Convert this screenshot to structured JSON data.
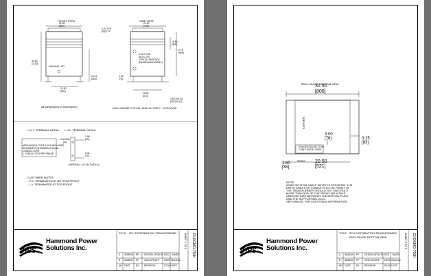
{
  "pages": [
    {
      "front_view": "FRONT VIEW",
      "side_view": "SIDE VIEW",
      "dim_top": "21.50",
      "dim_top_mm": "[800]",
      "dim_side_top": "29.30",
      "dim_side_top_mm": "[749]",
      "dim_typ1": "0.44 TYP",
      "dim_typ2": "[93] TYP",
      "dim_height": "44.50",
      "dim_height_mm": "[1130]",
      "ground_lug": "GROUND LUG",
      "dim_bot": "23.50",
      "dim_bot_mm": "[597]",
      "dim_right1": "18.12",
      "dim_right1_mm": "[460]",
      "dim_s1": "16.50",
      "dim_s1_mm": "[389]",
      "dim_s2": "27.5",
      "dim_s2_mm": "[699]",
      "dim_knock1": "3.00 X 3.00",
      "dim_knock2": "[91] X [76]",
      "dim_knock3": "TYPICAL PER SIDE",
      "dim_knock4": "(REMOVABLE PANEL)",
      "dim_s3": "2.00",
      "dim_s3_mm": "[76]",
      "dim_s4": "26.50",
      "dim_s4_mm": "[673]",
      "dim_dia": "0.63 DIA.(4)",
      "dim_dia_mm": "[16] DIA.(4)",
      "dims_note": "All Dimensions in Inches[mm]",
      "color_note": "ENCLOSURE COLOR: ANSI 61 GREY - OUTDOOR",
      "hv_detail": "H.V.1. TERMINAL DETAIL",
      "lv_detail": "L.V.1. TERMINAL DETAIL",
      "lug_note1": "MECHANICAL TYPE LUGS INCLUDED",
      "lug_note2": "SUITABLE FOR 350MCM-6 CU/AL",
      "lug_note3": "CONDUCTORS",
      "lug_note4": "1 CONDUCTOR PER PHASE",
      "lv_dim1": "0.44 DIA.",
      "lv_dim1b": "[11]",
      "lv_dim2": "1.56",
      "lv_dim2b": "[40]",
      "lv_dim3": "0.41",
      "lv_dim3b": "[10]",
      "lv_material": "MATERIAL: 1/4\" (6) THICK AL.",
      "customer_notes": "CUSTOMER NOTES:",
      "cn1": "- H.V. TERMINATED AT BOTTOM FRONT",
      "cn2": "- L.V. TERMINATED AT TOP FRONT",
      "title_label": "TITLE:",
      "title": "3PH DISTRIBUTION TRANSFORMER",
      "subtitle": "",
      "rev1": [
        "A",
        "3DMDW",
        "PP",
        "DESIGN UPDATE",
        "DES",
        "JAMES"
      ],
      "rev2": [
        "B",
        "3DMDM",
        "PP",
        "OEM UPDATE",
        "DATE",
        "26JUL06"
      ],
      "rev_head": [
        "NO.",
        "DATE",
        "BY",
        "REVISION",
        "SCALE",
        "NTS"
      ],
      "sheet": "SHEET 2 OF 5",
      "dwg": "Z3-DGMO-750K",
      "logo": "HPS",
      "company1": "Hammond Power",
      "company2": "Solutions Inc."
    },
    {
      "title_view": "ENCLOSURE BOTTOM VIEW",
      "dim_w": "31.50",
      "dim_w_mm": "[800]",
      "dim_a": "3.00",
      "dim_a_mm": "[76]",
      "dim_b": "3.25",
      "dim_b_mm": "[83]",
      "dim_c": "1.50",
      "dim_c_mm": "[38]",
      "dim_d": "20.50",
      "dim_d_mm": "[521]",
      "vert_label": "SEE NOTE",
      "suggest1": "SUGGESTED BOTTOM",
      "suggest2": "CABLE ENTRY AREA",
      "front": "FRONT",
      "note": "NOTE:",
      "note1": "WHEN BOTTOM CABLE ENTRY IS SPECIFIED, THE",
      "note2": "ENTRY AREA FOR CONDUITS IN THE FRONT OF",
      "note3": "THE TRANSFORMER SHOULD NOT OBSTRUCT",
      "note4": "MORE THAN 50% OF THE FRONT AIR INTAKE",
      "note5": "AREA DEFINED BETWEEN THE BOTTOM PLATE",
      "note6": "AND THE SUPPORTING LUGS.",
      "note7": "SEE MANUAL FOR ADDITIONAL INFORMATION",
      "title_label": "TITLE:",
      "title": "3PH DISTRIBUTION TRANSFORMER",
      "subtitle": "ENCLOSURE BOTTOM VIEW",
      "rev1": [
        "A",
        "3DMDW",
        "PP",
        "DESIGN UPDATE",
        "DES",
        "JAMES"
      ],
      "rev2": [
        "B",
        "3DMDM",
        "PP",
        "OEM UPDATE",
        "DATE",
        "26JUL06"
      ],
      "rev_head": [
        "NO.",
        "DATE",
        "BY",
        "REVISION",
        "SCALE",
        "NTS"
      ],
      "sheet": "SHEET 3 OF 5",
      "dwg": "Z3-DGMO-750K",
      "logo": "HPS",
      "company1": "Hammond Power",
      "company2": "Solutions Inc."
    }
  ]
}
